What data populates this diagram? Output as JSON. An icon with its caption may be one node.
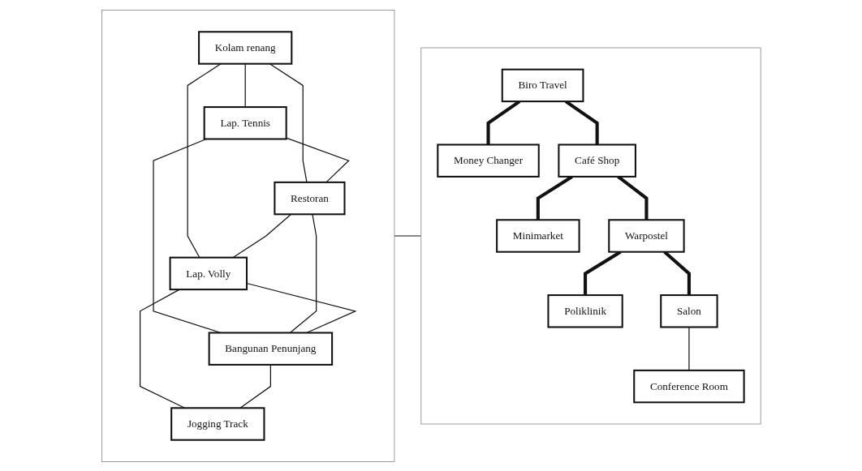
{
  "diagram": {
    "nodes": [
      {
        "text": [],
        "shape": "box"
      },
      {
        "text": [
          "Kolam renang"
        ],
        "in": 0
      },
      {
        "text": [
          "Lap. Tennis"
        ],
        "in": 0
      },
      {
        "text": [
          "Restoran"
        ],
        "in": 0
      },
      {
        "text": [
          "Lap. Volly"
        ],
        "in": 0
      },
      {
        "text": [
          "Bangunan Penunjang"
        ],
        "in": 0
      },
      {
        "text": [
          "Jogging Track"
        ],
        "in": 0
      },
      {
        "text": [],
        "shape": "box"
      },
      {
        "text": [
          "Biro Travel"
        ],
        "in": 7
      },
      {
        "text": [
          "Money Changer"
        ],
        "in": 7
      },
      {
        "text": [
          "Café Shop"
        ],
        "in": 7
      },
      {
        "text": [
          "Minimarket"
        ],
        "in": 7
      },
      {
        "text": [
          "Warpostel"
        ],
        "in": 7
      },
      {
        "text": [
          "Poliklinik"
        ],
        "in": 7
      },
      {
        "text": [
          "Salon"
        ],
        "in": 7
      },
      {
        "text": [
          "Conference Room"
        ],
        "in": 7
      }
    ],
    "edges": [
      {
        "from": 1,
        "to": 2,
        "arrow": "none"
      },
      {
        "from": 1,
        "to": 3,
        "arrow": "none"
      },
      {
        "from": 2,
        "to": 3,
        "arrow": "none"
      },
      {
        "from": 1,
        "to": 4,
        "arrow": "none"
      },
      {
        "from": 2,
        "to": 5,
        "arrow": "none"
      },
      {
        "from": 3,
        "to": 4,
        "arrow": "none"
      },
      {
        "from": 3,
        "to": 5,
        "arrow": "none"
      },
      {
        "from": 4,
        "to": 5,
        "arrow": "none"
      },
      {
        "from": 4,
        "to": 6,
        "arrow": "none"
      },
      {
        "from": 5,
        "to": 6,
        "arrow": "none"
      },
      {
        "from": 0,
        "to": 7,
        "arrow": "none"
      },
      {
        "from": 8,
        "to": 9,
        "arrow": "none",
        "style": "thick"
      },
      {
        "from": 10,
        "to": 11,
        "arrow": "none",
        "style": "thick"
      },
      {
        "from": 12,
        "to": 13,
        "arrow": "none",
        "style": "thick"
      },
      {
        "from": 8,
        "to": 10,
        "arrow": "none",
        "style": "thick"
      },
      {
        "from": 10,
        "to": 12,
        "arrow": "none",
        "style": "thick"
      },
      {
        "from": 12,
        "to": 14,
        "arrow": "none",
        "style": "thick"
      },
      {
        "from": 14,
        "to": 15,
        "arrow": "none"
      }
    ]
  }
}
